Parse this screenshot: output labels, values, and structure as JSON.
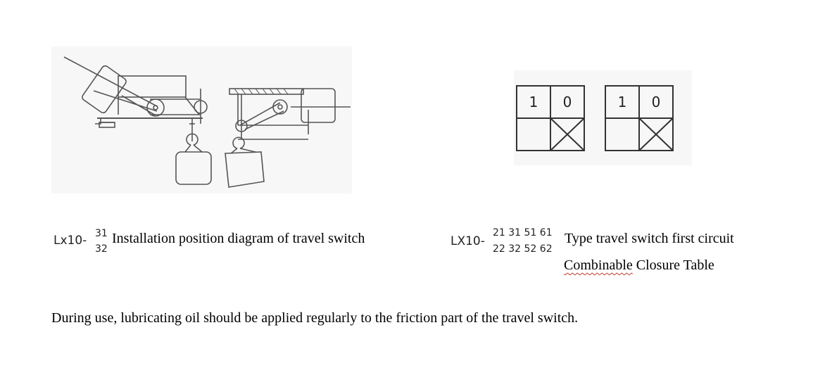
{
  "left_caption": {
    "prefix": "Lx10-",
    "sup": "31",
    "sub": "32",
    "text": "Installation position diagram of travel switch"
  },
  "right_caption": {
    "prefix": "LX10-",
    "sup": "21 31 51 61",
    "sub": "22 32 52 62",
    "text_line1": "Type travel switch first circuit",
    "text_line2_underlined": "Combinable",
    "text_line2_rest": " Closure Table"
  },
  "closure_table": {
    "headers": [
      "1",
      "0"
    ]
  },
  "note": "During use, lubricating oil should be applied regularly to the friction part of the travel switch."
}
